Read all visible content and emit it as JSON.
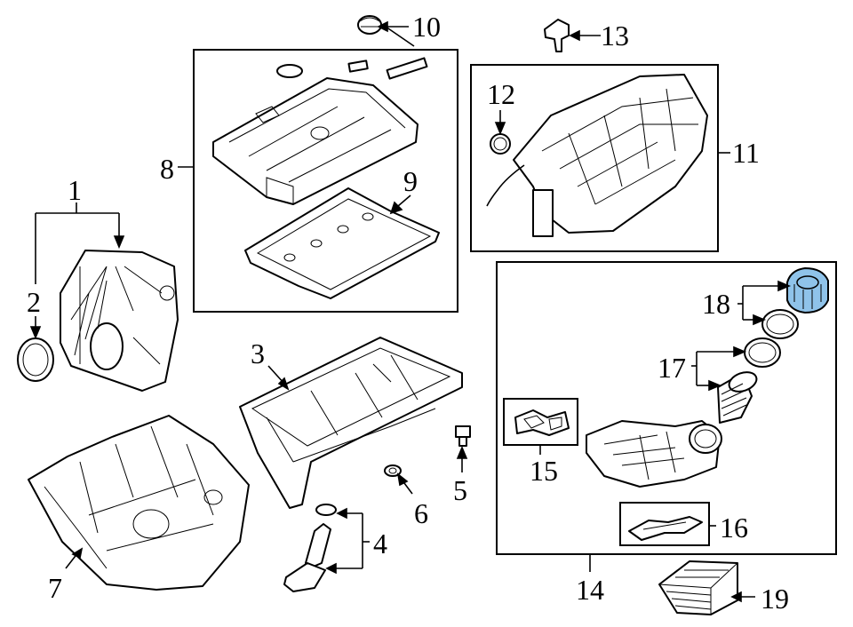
{
  "diagram": {
    "parts": [
      {
        "number": "1"
      },
      {
        "number": "2"
      },
      {
        "number": "3"
      },
      {
        "number": "4"
      },
      {
        "number": "5"
      },
      {
        "number": "6"
      },
      {
        "number": "7"
      },
      {
        "number": "8"
      },
      {
        "number": "9"
      },
      {
        "number": "10"
      },
      {
        "number": "11"
      },
      {
        "number": "12"
      },
      {
        "number": "13"
      },
      {
        "number": "14"
      },
      {
        "number": "15"
      },
      {
        "number": "16"
      },
      {
        "number": "17"
      },
      {
        "number": "18"
      },
      {
        "number": "19"
      }
    ],
    "highlight_color": "#8fc3ea",
    "line_color": "#000000"
  }
}
